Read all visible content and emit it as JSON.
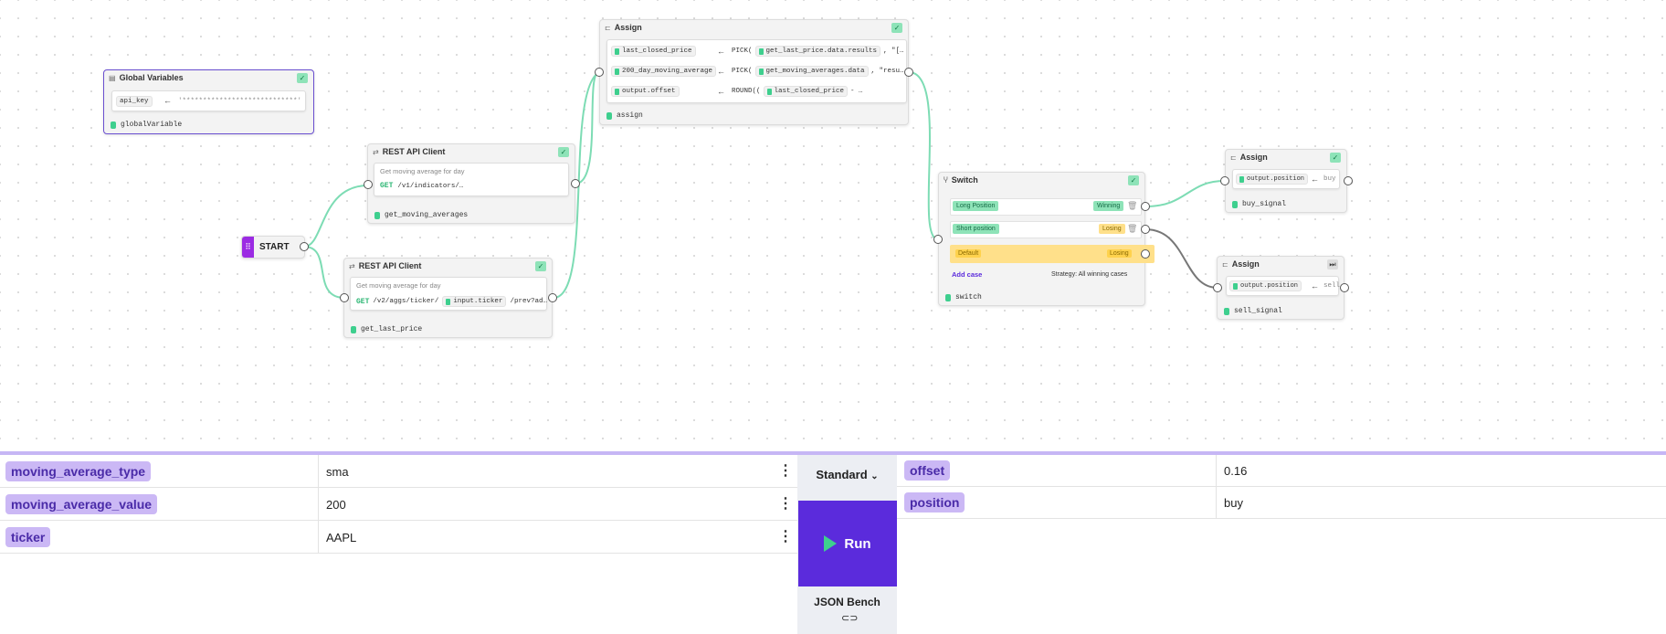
{
  "nodes": {
    "globals": {
      "title": "Global Variables",
      "key": "api_key",
      "value": "'****************************'",
      "footer": "globalVariable"
    },
    "rest_ma": {
      "title": "REST API Client",
      "description": "Get moving average for day",
      "method": "GET",
      "path": "/v1/indicators/…",
      "footer": "get_moving_averages"
    },
    "rest_lp": {
      "title": "REST API Client",
      "description": "Get moving average for day",
      "method": "GET",
      "path_a": "/v2/aggs/ticker/",
      "path_var": "input.ticker",
      "path_b": "/prev?ad…",
      "footer": "get_last_price"
    },
    "start": {
      "label": "START"
    },
    "assign_main": {
      "title": "Assign",
      "rows": [
        {
          "target": "last_closed_price",
          "fn": "PICK(",
          "source": "get_last_price.data.results",
          "rest": ", \"[…"
        },
        {
          "target": "200_day_moving_average",
          "fn": "PICK(",
          "source": "get_moving_averages.data",
          "rest": ", \"resu…"
        },
        {
          "target": "output.offset",
          "fn": "ROUND((",
          "source": "last_closed_price",
          "rest": "- …"
        }
      ],
      "footer": "assign"
    },
    "switch": {
      "title": "Switch",
      "cases": [
        {
          "label": "Long Position",
          "outcome": "Winning"
        },
        {
          "label": "Short position",
          "outcome": "Losing"
        }
      ],
      "default_label": "Default",
      "default_outcome": "Losing",
      "add_case": "Add case",
      "strategy": "Strategy: All winning cases",
      "footer": "switch"
    },
    "assign_buy": {
      "title": "Assign",
      "target": "output.position",
      "value": "buy",
      "footer": "buy_signal"
    },
    "assign_sell": {
      "title": "Assign",
      "target": "output.position",
      "value": "sell",
      "footer": "sell_signal"
    }
  },
  "inputs": [
    {
      "name": "moving_average_type",
      "value": "sma"
    },
    {
      "name": "moving_average_value",
      "value": "200"
    },
    {
      "name": "ticker",
      "value": "AAPL"
    }
  ],
  "run_panel": {
    "mode": "Standard",
    "run_label": "Run",
    "bench_label": "JSON Bench"
  },
  "outputs": [
    {
      "name": "offset",
      "value": "0.16"
    },
    {
      "name": "position",
      "value": "buy"
    }
  ],
  "colors": {
    "accent": "#5b2bdc",
    "wire": "#7ddcb4",
    "wire_inactive": "#777777",
    "pill_bg": "#cbb8f5"
  },
  "icons": {
    "start": "drag-handle-icon",
    "assign": "assign-icon",
    "rest": "api-icon",
    "switch": "switch-icon",
    "globals": "variables-icon"
  }
}
